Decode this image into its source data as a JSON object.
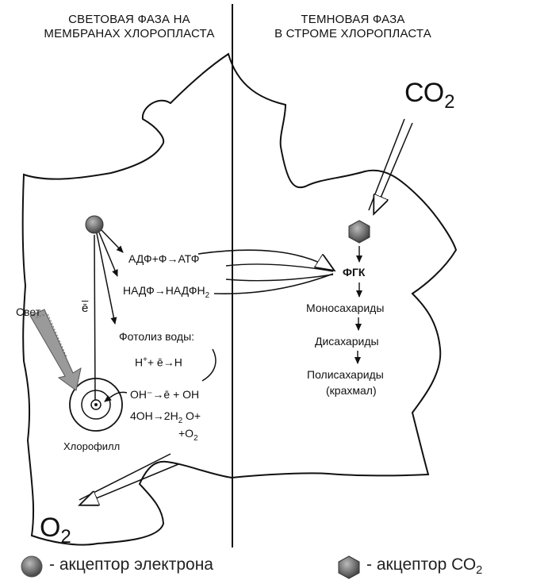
{
  "headers": {
    "light_line1": "СВЕТОВАЯ ФАЗА НА",
    "light_line2": "МЕМБРАНАХ ХЛОРОПЛАСТА",
    "dark_line1": "ТЕМНОВАЯ ФАЗА",
    "dark_line2": "В СТРОМЕ ХЛОРОПЛАСТА"
  },
  "light_phase": {
    "atp_reaction": "АДФ+Ф→АТФ",
    "nadp_reaction_main": "НАДФ→НАДФН",
    "nadp_reaction_sub": "2",
    "photolysis_title": "Фотолиз воды:",
    "h_reaction_a": "Н",
    "h_reaction_sup": "+",
    "h_reaction_b": "+ ē→Н",
    "oh_reaction": "ОН⁻→ē + ОН",
    "water_reaction_a": "4ОН→2Н",
    "water_reaction_sub": "2",
    "water_reaction_b": " О+",
    "oxygen_plus": "+О",
    "oxygen_plus_sub": "2",
    "electron_label": "ē",
    "light_label": "Свет",
    "chlorophyll_label": "Хлорофилл",
    "o2_main": "О",
    "o2_sub": "2"
  },
  "dark_phase": {
    "co2_main": "СО",
    "co2_sub": "2",
    "fgk": "ФГК",
    "monosaccharides": "Моносахариды",
    "disaccharides": "Дисахариды",
    "polysaccharides": "Полисахариды",
    "starch": "(крахмал)"
  },
  "legend": {
    "electron_acceptor": "- акцептор электрона",
    "co2_acceptor_main": "- акцептор СО",
    "co2_acceptor_sub": "2"
  },
  "colors": {
    "ink": "#111111",
    "acceptor_fill": "#555555",
    "light_ray": "#888888",
    "background": "#ffffff"
  }
}
